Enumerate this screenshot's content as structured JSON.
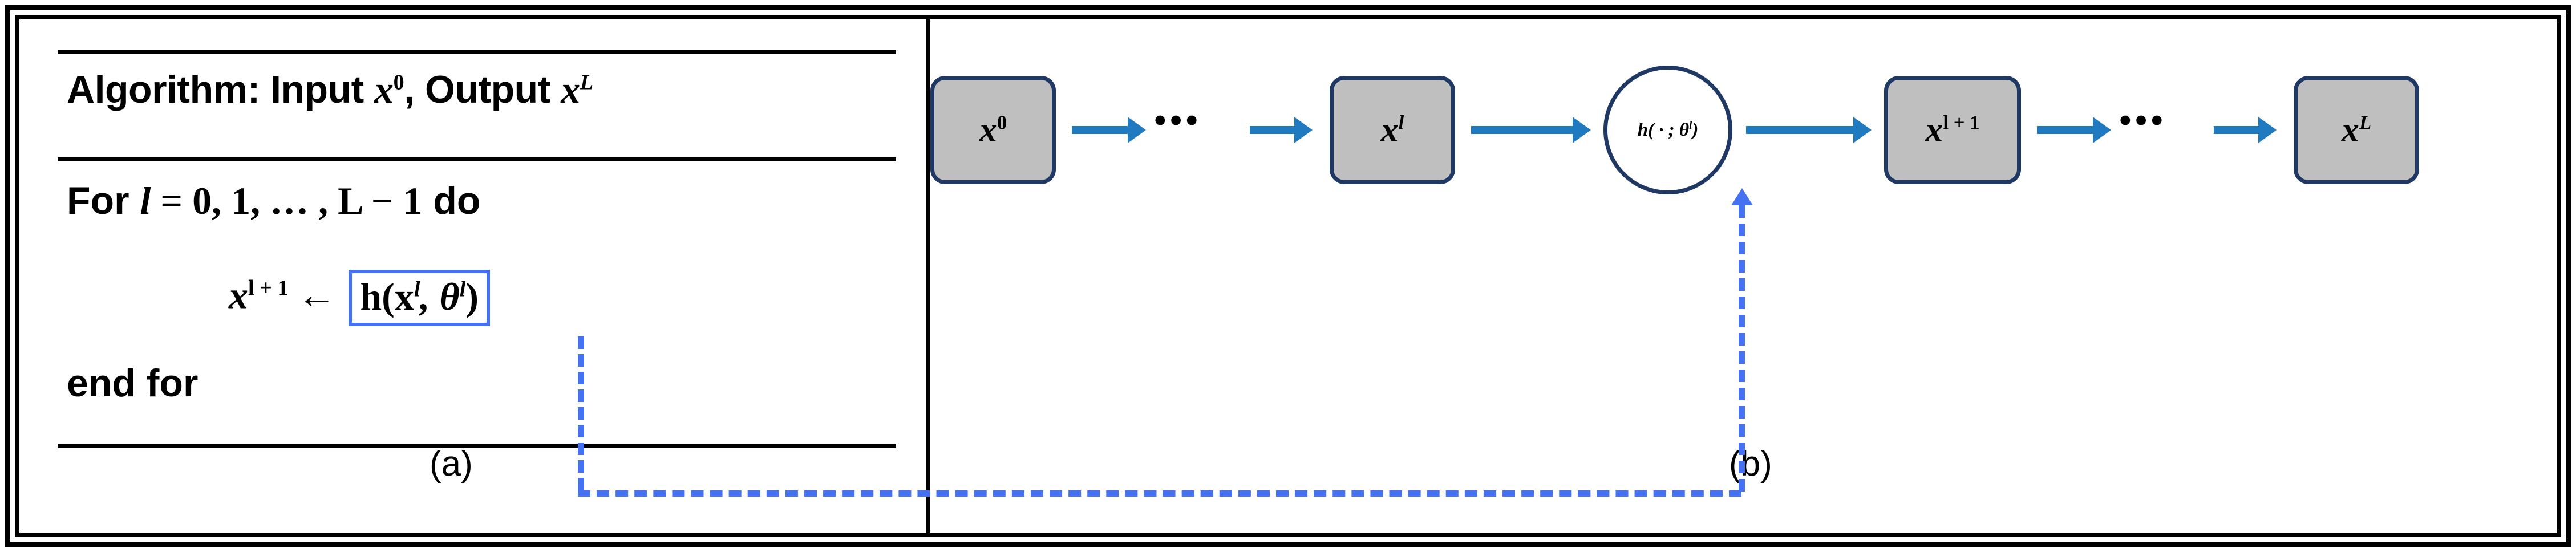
{
  "figure": {
    "panels": [
      {
        "id": "a",
        "label": "(a)"
      },
      {
        "id": "b",
        "label": "(b)"
      }
    ]
  },
  "algorithm": {
    "title_prefix": "Algorithm: Input ",
    "title_var1": "x",
    "title_sup1": "0",
    "title_mid": ", Output ",
    "title_var2": "x",
    "title_sup2": "L",
    "for_prefix": "For ",
    "for_index": "l",
    "for_eq": " = ",
    "for_range": "0, 1, … , L − 1",
    "for_suffix": " do",
    "assign_lhs_var": "x",
    "assign_lhs_sup": "l + 1",
    "assign_arrow": "←",
    "assign_rhs": "h(x",
    "assign_rhs_sup1": "l",
    "assign_rhs_mid": ", θ",
    "assign_rhs_sup2": "l",
    "assign_rhs_close": ")",
    "end_for": "end for"
  },
  "diagram": {
    "nodes": [
      {
        "id": "x0",
        "var": "x",
        "sup": "0",
        "shape": "rounded-rect"
      },
      {
        "id": "xl",
        "var": "x",
        "sup": "l",
        "shape": "rounded-rect"
      },
      {
        "id": "h",
        "label_fn": "h",
        "label_args": "( · ; ",
        "label_theta": "θ",
        "label_sup": "l",
        "label_close": ")",
        "shape": "circle"
      },
      {
        "id": "xl1",
        "var": "x",
        "sup": "l + 1",
        "shape": "rounded-rect"
      },
      {
        "id": "xL",
        "var": "x",
        "sup": "L",
        "shape": "rounded-rect"
      }
    ],
    "ellipsis": "•••",
    "ellipsis_left": "•••",
    "ellipsis_right": "•••"
  },
  "colors": {
    "node_fill": "#BFBFBF",
    "node_stroke": "#1F3864",
    "arrow": "#1F7AC0",
    "highlight_blue": "#4472F0",
    "frame": "#000000"
  }
}
